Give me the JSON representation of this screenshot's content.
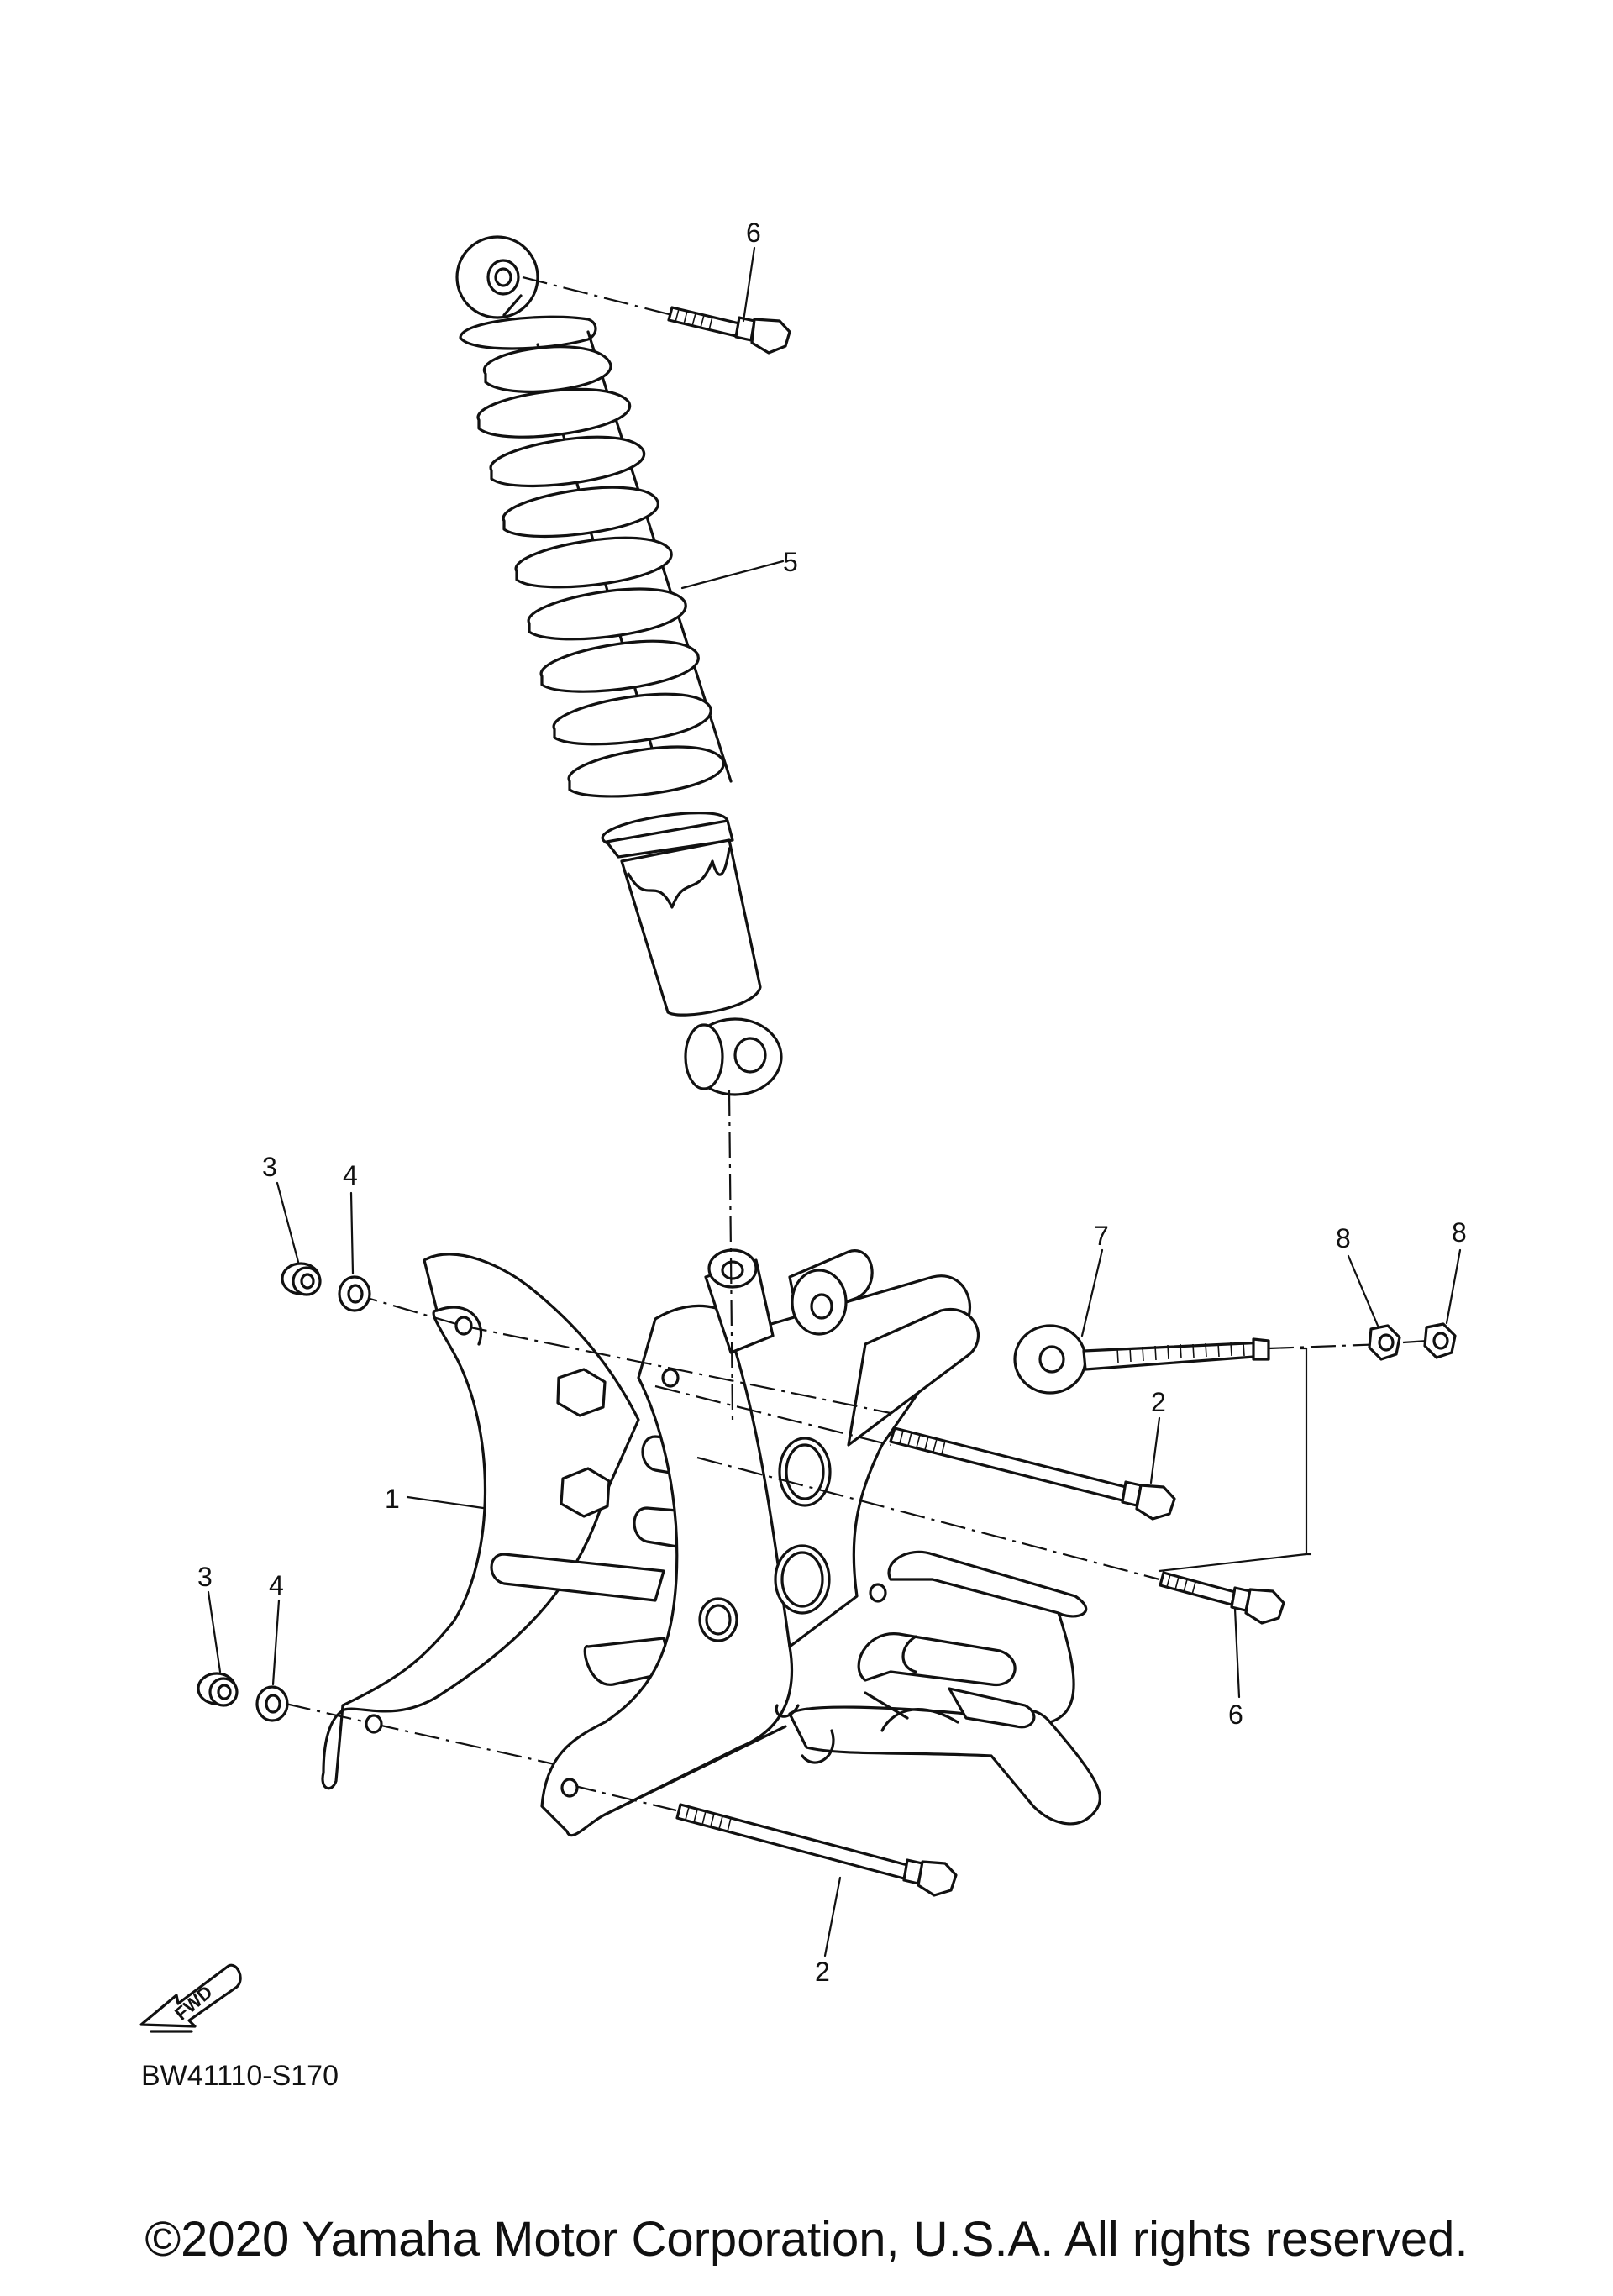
{
  "callouts": [
    {
      "id": "c6a",
      "label": "6"
    },
    {
      "id": "c5",
      "label": "5"
    },
    {
      "id": "c3a",
      "label": "3"
    },
    {
      "id": "c4a",
      "label": "4"
    },
    {
      "id": "c7",
      "label": "7"
    },
    {
      "id": "c8a",
      "label": "8"
    },
    {
      "id": "c8b",
      "label": "8"
    },
    {
      "id": "c2a",
      "label": "2"
    },
    {
      "id": "c1",
      "label": "1"
    },
    {
      "id": "c6b",
      "label": "6"
    },
    {
      "id": "c3b",
      "label": "3"
    },
    {
      "id": "c4b",
      "label": "4"
    },
    {
      "id": "c2b",
      "label": "2"
    }
  ],
  "fwd_badge": "FWD",
  "reference_code": "BW41110-S170",
  "copyright": "©2020 Yamaha Motor Corporation, U.S.A. All rights reserved."
}
